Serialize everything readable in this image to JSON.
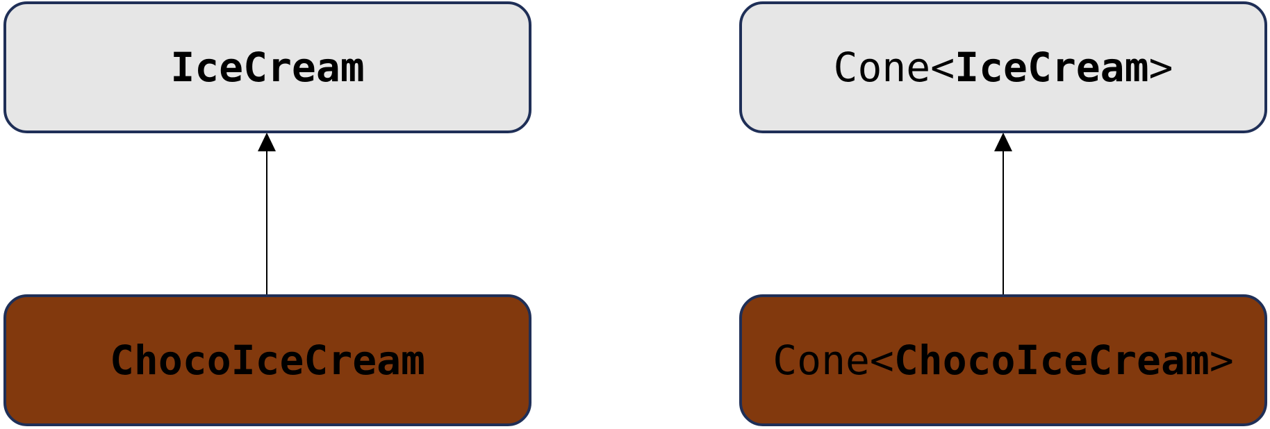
{
  "diagram": {
    "left": {
      "parent": {
        "name": "IceCream"
      },
      "child": {
        "name": "ChocoIceCream"
      }
    },
    "right": {
      "parent": {
        "prefix": "Cone<",
        "type_arg": "IceCream",
        "suffix": ">"
      },
      "child": {
        "prefix": "Cone<",
        "type_arg": "ChocoIceCream",
        "suffix": ">"
      }
    }
  },
  "colors": {
    "light_fill": "#e6e6e6",
    "dark_fill": "#82390d",
    "border": "#1f2f57",
    "arrow": "#000000"
  }
}
